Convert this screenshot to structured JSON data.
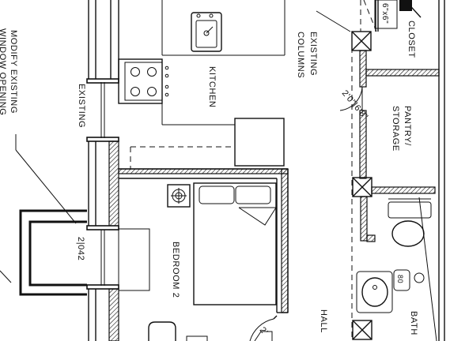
{
  "labels": {
    "modify_existing": "MODIFY EXISTING",
    "window_opening": "WINDOW OPENING",
    "existing_left": "EXISTING",
    "window_size": "2|042",
    "kitchen": "KITCHEN",
    "bedroom": "BEDROOM 2",
    "existing_columns_1": "EXISTING",
    "existing_columns_2": "COLUMNS",
    "door_size_top": "2'0\"|6'8\"",
    "beam_size": "6\"x6\"",
    "closet": "CLOSET",
    "pantry_1": "PANTRY/",
    "pantry_2": "STORAGE",
    "hall": "HALL",
    "bath": "BATH",
    "bath_fixture": "80",
    "door_size_bottom": "2'"
  },
  "colors": {
    "line": "#111111",
    "background": "#ffffff"
  }
}
